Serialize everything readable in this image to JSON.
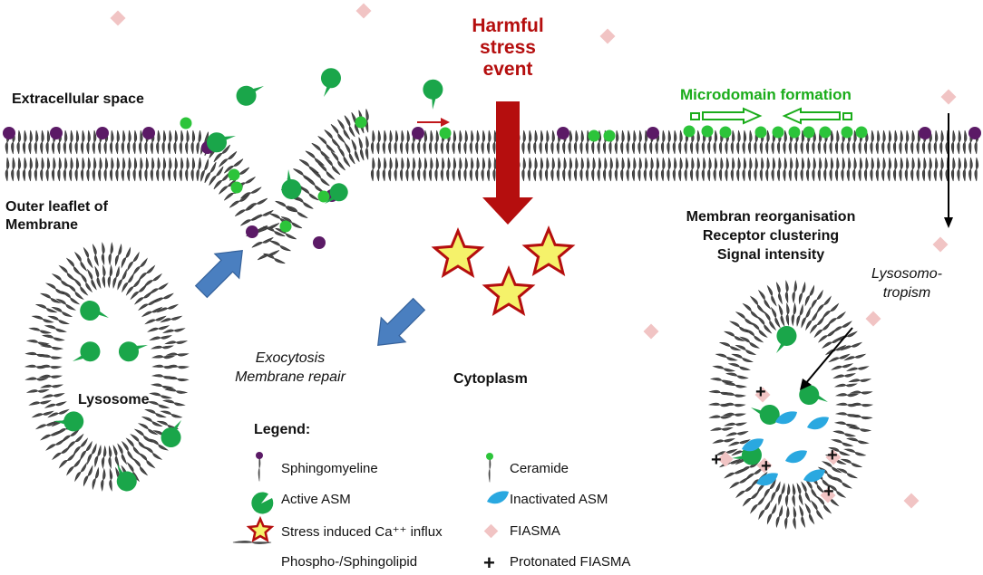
{
  "labels": {
    "extracellular": "Extracellular space",
    "outer_leaflet": "Outer leaflet of\nMembrane",
    "harmful": "Harmful\nstress\nevent",
    "microdomain": "Microdomain formation",
    "reorg": "Membran reorganisation\nReceptor clustering\nSignal intensity",
    "lysosomotropism": "Lysosomo-\ntropism",
    "exocytosis": "Exocytosis\nMembrane repair",
    "cytoplasm": "Cytoplasm",
    "lysosome": "Lysosome"
  },
  "legend": {
    "title": "Legend:",
    "items": [
      {
        "label": "Sphingomyeline",
        "icon": "sphingomyeline-icon"
      },
      {
        "label": "Ceramide",
        "icon": "ceramide-icon"
      },
      {
        "label": "Active ASM",
        "icon": "active-asm-icon"
      },
      {
        "label": "Inactivated ASM",
        "icon": "inactivated-asm-icon"
      },
      {
        "label": "Stress induced Ca⁺⁺ influx",
        "icon": "star-icon"
      },
      {
        "label": "FIASMA",
        "icon": "fiasma-icon"
      },
      {
        "label": "Phospho-/Sphingolipid",
        "icon": "lipid-icon"
      },
      {
        "label": "Protonated FIASMA",
        "icon": "plus-icon"
      }
    ]
  },
  "colors": {
    "lipid": "#4a4a4a",
    "sphingomyeline": "#5b1a66",
    "ceramide": "#2cc43a",
    "asm": "#1aa64a",
    "inactivated_asm": "#2aa8e0",
    "fiasma": "#f1c4c4",
    "stress_arrow": "#b50e0e",
    "star_fill": "#f5f26a",
    "star_stroke": "#b50e0e",
    "block_arrow": "#4a7fc0",
    "microdomain": "#1aac1a"
  }
}
